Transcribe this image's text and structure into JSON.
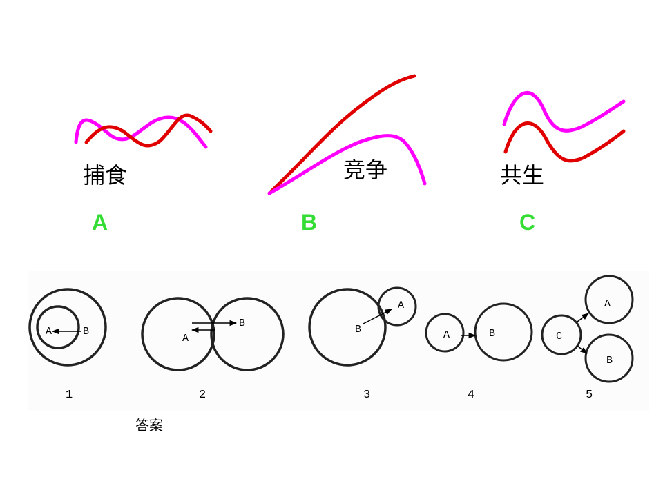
{
  "colors": {
    "curve_red": "#e00000",
    "curve_magenta": "#ff00ff",
    "letter_green": "#33dd33"
  },
  "top_panels": [
    {
      "label": "捕食",
      "letter": "A"
    },
    {
      "label": "竞争",
      "letter": "B"
    },
    {
      "label": "共生",
      "letter": "C"
    }
  ],
  "figures": [
    {
      "number": "1",
      "circles": [
        "A",
        "B"
      ],
      "arrow": "B→A"
    },
    {
      "number": "2",
      "circles": [
        "A",
        "B"
      ],
      "arrow": "A⇄B"
    },
    {
      "number": "3",
      "circles": [
        "B",
        "A"
      ],
      "arrow": "B→A"
    },
    {
      "number": "4",
      "circles": [
        "A",
        "B"
      ],
      "arrow": "A→B"
    },
    {
      "number": "5",
      "circles": [
        "C",
        "A",
        "B"
      ],
      "arrow": "C→A, C→B"
    }
  ],
  "answer_label": "答案"
}
